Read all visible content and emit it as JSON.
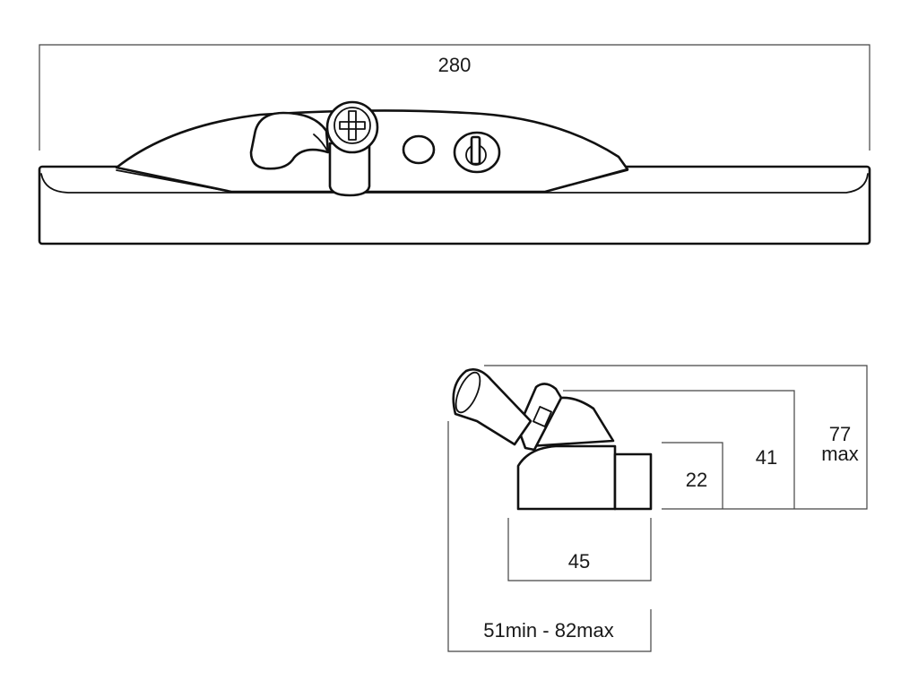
{
  "dimensions": {
    "overall_length": "280",
    "base_width": "45",
    "width_range": "51min - 82max",
    "height_small": "22",
    "height_mid": "41",
    "height_max_value": "77",
    "height_max_suffix": "max"
  }
}
